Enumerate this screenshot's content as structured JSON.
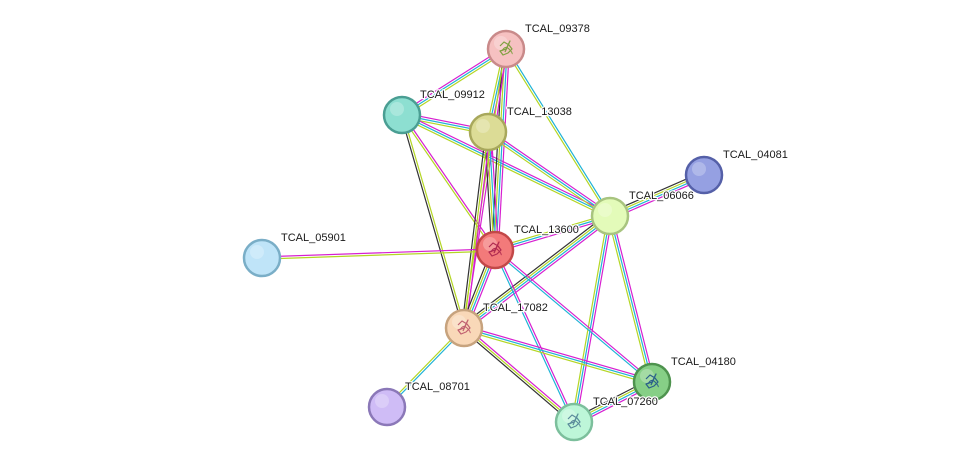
{
  "network": {
    "edge_colors": {
      "magenta": "#d71fd0",
      "cyan": "#1fb3d6",
      "lime": "#b4d624",
      "dark": "#333333"
    },
    "nodes": [
      {
        "id": "TCAL_09378",
        "label": "TCAL_09378",
        "fill": "#f6c1c1",
        "stroke": "#c98a8a",
        "has_structure": true,
        "structure_color": "#7fa040"
      },
      {
        "id": "TCAL_09912",
        "label": "TCAL_09912",
        "fill": "#8ddfd1",
        "stroke": "#4a9e93",
        "has_structure": false
      },
      {
        "id": "TCAL_13038",
        "label": "TCAL_13038",
        "fill": "#dcdc96",
        "stroke": "#a8a85c",
        "has_structure": false
      },
      {
        "id": "TCAL_04081",
        "label": "TCAL_04081",
        "fill": "#95a0e2",
        "stroke": "#5560a8",
        "has_structure": false
      },
      {
        "id": "TCAL_06066",
        "label": "TCAL_06066",
        "fill": "#e3fbb9",
        "stroke": "#a8c47f",
        "has_structure": false
      },
      {
        "id": "TCAL_05901",
        "label": "TCAL_05901",
        "fill": "#bfe4f8",
        "stroke": "#7aaec7",
        "has_structure": false
      },
      {
        "id": "TCAL_13600",
        "label": "TCAL_13600",
        "fill": "#f37a7a",
        "stroke": "#c24848",
        "has_structure": true,
        "structure_color": "#b02a50"
      },
      {
        "id": "TCAL_17082",
        "label": "TCAL_17082",
        "fill": "#f9d8b8",
        "stroke": "#c7a37e",
        "has_structure": true,
        "structure_color": "#c06070"
      },
      {
        "id": "TCAL_04180",
        "label": "TCAL_04180",
        "fill": "#86cf86",
        "stroke": "#4e934e",
        "has_structure": true,
        "structure_color": "#2a5f8a"
      },
      {
        "id": "TCAL_08701",
        "label": "TCAL_08701",
        "fill": "#cfbcf6",
        "stroke": "#8b78b8",
        "has_structure": false
      },
      {
        "id": "TCAL_07260",
        "label": "TCAL_07260",
        "fill": "#bdf6d8",
        "stroke": "#7cbf9c",
        "has_structure": true,
        "structure_color": "#5a8a9a"
      }
    ],
    "edges": [
      {
        "source": "TCAL_09912",
        "target": "TCAL_09378",
        "types": [
          "magenta",
          "cyan",
          "lime"
        ]
      },
      {
        "source": "TCAL_09912",
        "target": "TCAL_13038",
        "types": [
          "magenta",
          "cyan",
          "lime"
        ]
      },
      {
        "source": "TCAL_09912",
        "target": "TCAL_06066",
        "types": [
          "magenta",
          "cyan",
          "lime"
        ]
      },
      {
        "source": "TCAL_09912",
        "target": "TCAL_13600",
        "types": [
          "magenta",
          "lime"
        ]
      },
      {
        "source": "TCAL_09912",
        "target": "TCAL_17082",
        "types": [
          "lime",
          "dark"
        ]
      },
      {
        "source": "TCAL_09378",
        "target": "TCAL_13038",
        "types": [
          "magenta",
          "cyan",
          "lime"
        ]
      },
      {
        "source": "TCAL_09378",
        "target": "TCAL_06066",
        "types": [
          "cyan",
          "lime"
        ]
      },
      {
        "source": "TCAL_09378",
        "target": "TCAL_13600",
        "types": [
          "magenta",
          "cyan",
          "lime",
          "dark"
        ]
      },
      {
        "source": "TCAL_09378",
        "target": "TCAL_17082",
        "types": [
          "magenta",
          "lime"
        ]
      },
      {
        "source": "TCAL_13038",
        "target": "TCAL_06066",
        "types": [
          "magenta",
          "cyan",
          "lime"
        ]
      },
      {
        "source": "TCAL_13038",
        "target": "TCAL_13600",
        "types": [
          "magenta",
          "cyan",
          "lime",
          "dark"
        ]
      },
      {
        "source": "TCAL_13038",
        "target": "TCAL_17082",
        "types": [
          "magenta",
          "lime",
          "dark"
        ]
      },
      {
        "source": "TCAL_04081",
        "target": "TCAL_06066",
        "types": [
          "magenta",
          "cyan",
          "lime",
          "dark"
        ]
      },
      {
        "source": "TCAL_06066",
        "target": "TCAL_13600",
        "types": [
          "magenta",
          "cyan",
          "lime"
        ]
      },
      {
        "source": "TCAL_06066",
        "target": "TCAL_17082",
        "types": [
          "magenta",
          "cyan",
          "lime",
          "dark"
        ]
      },
      {
        "source": "TCAL_06066",
        "target": "TCAL_04180",
        "types": [
          "magenta",
          "cyan",
          "lime"
        ]
      },
      {
        "source": "TCAL_06066",
        "target": "TCAL_07260",
        "types": [
          "magenta",
          "cyan",
          "lime"
        ]
      },
      {
        "source": "TCAL_05901",
        "target": "TCAL_13600",
        "types": [
          "magenta",
          "lime"
        ]
      },
      {
        "source": "TCAL_13600",
        "target": "TCAL_17082",
        "types": [
          "magenta",
          "cyan",
          "lime",
          "dark"
        ]
      },
      {
        "source": "TCAL_13600",
        "target": "TCAL_04180",
        "types": [
          "magenta",
          "cyan"
        ]
      },
      {
        "source": "TCAL_13600",
        "target": "TCAL_07260",
        "types": [
          "magenta",
          "cyan"
        ]
      },
      {
        "source": "TCAL_17082",
        "target": "TCAL_04180",
        "types": [
          "magenta",
          "cyan",
          "lime"
        ]
      },
      {
        "source": "TCAL_17082",
        "target": "TCAL_07260",
        "types": [
          "magenta",
          "lime",
          "dark"
        ]
      },
      {
        "source": "TCAL_17082",
        "target": "TCAL_08701",
        "types": [
          "cyan",
          "lime"
        ]
      },
      {
        "source": "TCAL_04180",
        "target": "TCAL_07260",
        "types": [
          "magenta",
          "cyan",
          "lime",
          "dark"
        ]
      }
    ]
  }
}
